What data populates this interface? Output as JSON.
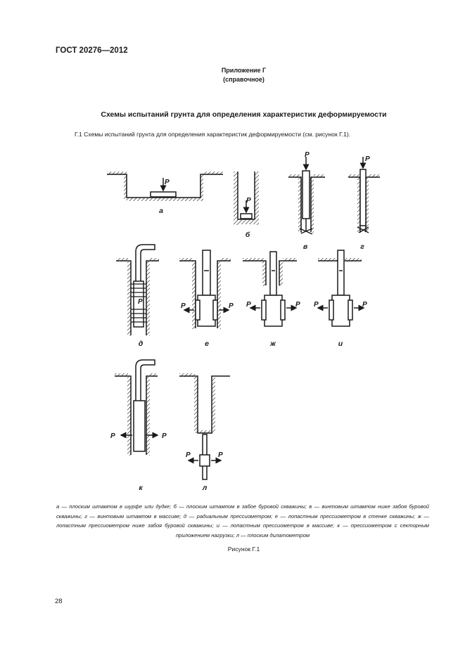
{
  "header": {
    "doc_code": "ГОСТ 20276—2012"
  },
  "annex": {
    "title": "Приложение Г",
    "subtitle": "(справочное)"
  },
  "heading": "Схемы испытаний грунта для определения характеристик деформируемости",
  "paragraph": "Г.1  Схемы испытаний грунта для определения характеристик деформируемости (см. рисунок Г.1).",
  "figure": {
    "load_symbol": "P",
    "labels": {
      "a": "а",
      "b": "б",
      "v": "в",
      "g": "г",
      "d": "д",
      "e": "е",
      "zh": "ж",
      "i": "и",
      "k": "к",
      "l": "л"
    },
    "caption": "а — плоским штампом в шурфе или дудке; б — плоским штампом в забое буровой скважины; в — винтовым штампом ниже забоя буровой скважины; г — винтовым штампом в массиве; д — радиальным прессиометром; е — лопастным прессиометром в стенке скважины; ж — лопастным прессиометром ниже забоя буровой скважины; и — лопастным прессиометром в массиве; к — прессиометром с секторным приложением нагрузки; л — плоским дилатометром",
    "title": "Рисунок Г.1"
  },
  "page_number": "28"
}
